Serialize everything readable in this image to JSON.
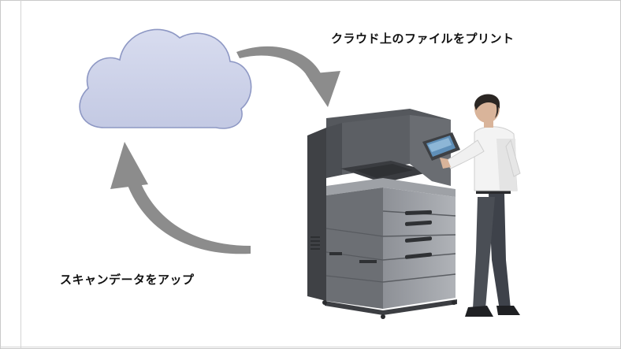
{
  "captions": {
    "print_from_cloud": "クラウド上のファイルをプリント",
    "scan_and_upload": "スキャンデータをアップ"
  },
  "colors": {
    "cloud_fill": "#c9cfe6",
    "cloud_stroke": "#8e98c4",
    "arrow": "#8c8c8c",
    "printer_dark": "#4a4c50",
    "printer_mid": "#7d8086",
    "printer_light": "#a4a7ad",
    "shirt": "#f2f2f2",
    "pants": "#4a4e55"
  },
  "icons": {
    "cloud": "cloud-icon",
    "printer": "multifunction-printer",
    "person": "person-operating-printer"
  }
}
